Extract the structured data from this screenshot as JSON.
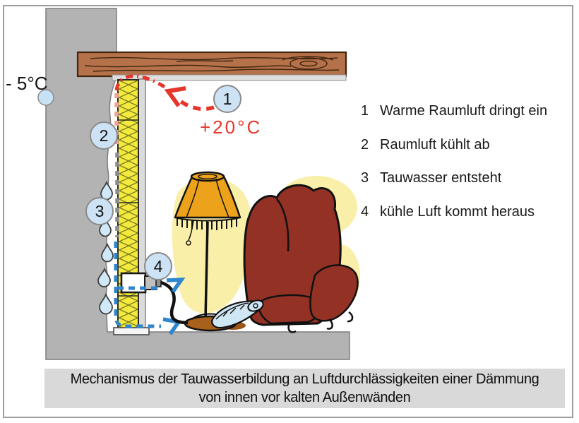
{
  "diagram": {
    "outside_temp": "- 5°C",
    "inside_temp": "+20°C",
    "markers": [
      "1",
      "2",
      "3",
      "4"
    ]
  },
  "legend": {
    "items": [
      {
        "num": "1",
        "text": "Warme Raumluft dringt ein"
      },
      {
        "num": "2",
        "text": "Raumluft kühlt ab"
      },
      {
        "num": "3",
        "text": "Tauwasser entsteht"
      },
      {
        "num": "4",
        "text": "kühle Luft kommt heraus"
      }
    ]
  },
  "caption": {
    "line1": "Mechanismus der Tauwasserbildung an Luftdurchlässigkeiten einer Dämmung",
    "line2": "von innen vor kalten Außenwänden"
  },
  "colors": {
    "warm_air_red": "#e6352b",
    "cooling_pink": "#f2a19d",
    "cooling_gray": "#8c8c8c",
    "cool_air_blue": "#2f86cc",
    "insulation_yellow": "#f4ea3d",
    "wall_gray": "#b3b3b3",
    "beam_brown": "#b5714a",
    "marker_fill": "#cde3f5",
    "drop_fill": "#cfe9f8",
    "chair_maroon": "#943125",
    "lamp_orange": "#eda21b",
    "blob_yellow": "#f9efa8",
    "caption_bg": "#d9d9d9"
  }
}
